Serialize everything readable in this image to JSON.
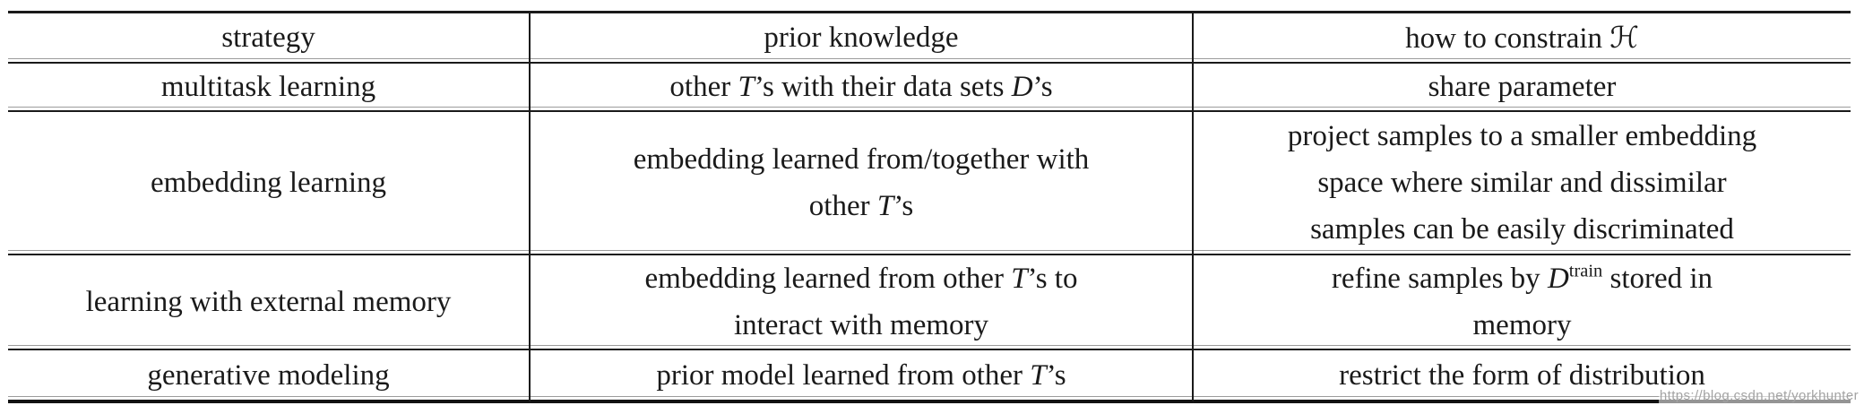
{
  "table": {
    "headers": {
      "strategy": "strategy",
      "prior_knowledge": "prior knowledge",
      "constrain": [
        {
          "t": "how to constrain "
        },
        {
          "t": "ℋ"
        }
      ]
    },
    "rows": [
      {
        "strategy": [
          {
            "t": "multitask learning"
          }
        ],
        "prior": [
          {
            "t": "other "
          },
          {
            "t": "T"
          },
          {
            "t": "’s with their data sets "
          },
          {
            "t": "D"
          },
          {
            "t": "’s"
          }
        ],
        "constrain": [
          {
            "t": "share parameter"
          }
        ]
      },
      {
        "strategy": [
          {
            "t": "embedding learning"
          }
        ],
        "prior": [
          {
            "t": "embedding learned from/together with"
          },
          {
            "t": "other "
          },
          {
            "t": "T"
          },
          {
            "t": "’s"
          }
        ],
        "constrain": [
          {
            "t": "project samples to a smaller embedding"
          },
          {
            "t": "space where similar and dissimilar"
          },
          {
            "t": "samples can be easily discriminated"
          }
        ]
      },
      {
        "strategy": [
          {
            "t": "learning with external memory"
          }
        ],
        "prior": [
          {
            "t": "embedding learned from other "
          },
          {
            "t": "T"
          },
          {
            "t": "’s to"
          },
          {
            "t": "interact with memory"
          }
        ],
        "constrain": [
          {
            "t": "refine samples by "
          },
          {
            "t": "D"
          },
          {
            "t": "train"
          },
          {
            "t": " stored in"
          },
          {
            "t": "memory"
          }
        ]
      },
      {
        "strategy": [
          {
            "t": "generative modeling"
          }
        ],
        "prior": [
          {
            "t": "prior model learned from other "
          },
          {
            "t": "T"
          },
          {
            "t": "’s"
          }
        ],
        "constrain": [
          {
            "t": "restrict the form of distribution"
          }
        ]
      }
    ]
  },
  "watermark": {
    "text": "https://blog.csdn.net/yorkhunter"
  },
  "colors": {
    "text": "#1a1a1a",
    "rule_dark": "#1a1a1a",
    "rule_light": "#9c9c9c",
    "watermark": "#a3a3a3",
    "background": "#ffffff"
  }
}
